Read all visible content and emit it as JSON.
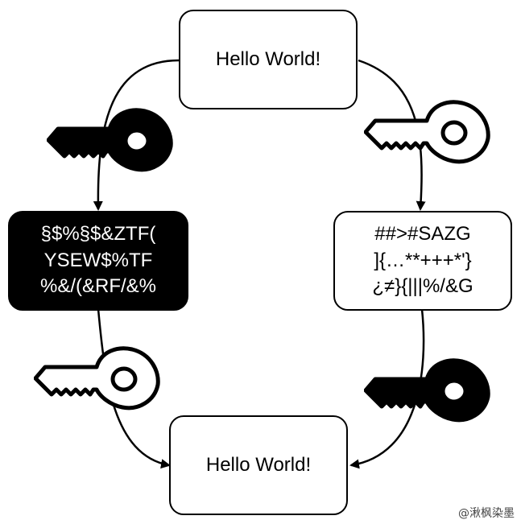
{
  "nodes": {
    "top": {
      "text": "Hello World!"
    },
    "left": {
      "text": "§$%§$&ZTF(\nYSEW$%TF\n%&/(&RF/&%"
    },
    "right": {
      "text": "##>#SAZG\n]{…**+++*'}\n¿≠}{|||%/&G"
    },
    "bottom": {
      "text": "Hello World!"
    }
  },
  "keys": {
    "top_left": {
      "fill": "#000000",
      "icon": "key-icon"
    },
    "top_right": {
      "fill": "#ffffff",
      "icon": "key-icon"
    },
    "bottom_left": {
      "fill": "#ffffff",
      "icon": "key-icon"
    },
    "bottom_right": {
      "fill": "#000000",
      "icon": "key-icon"
    }
  },
  "watermark": {
    "text": "@湫枫染墨"
  }
}
